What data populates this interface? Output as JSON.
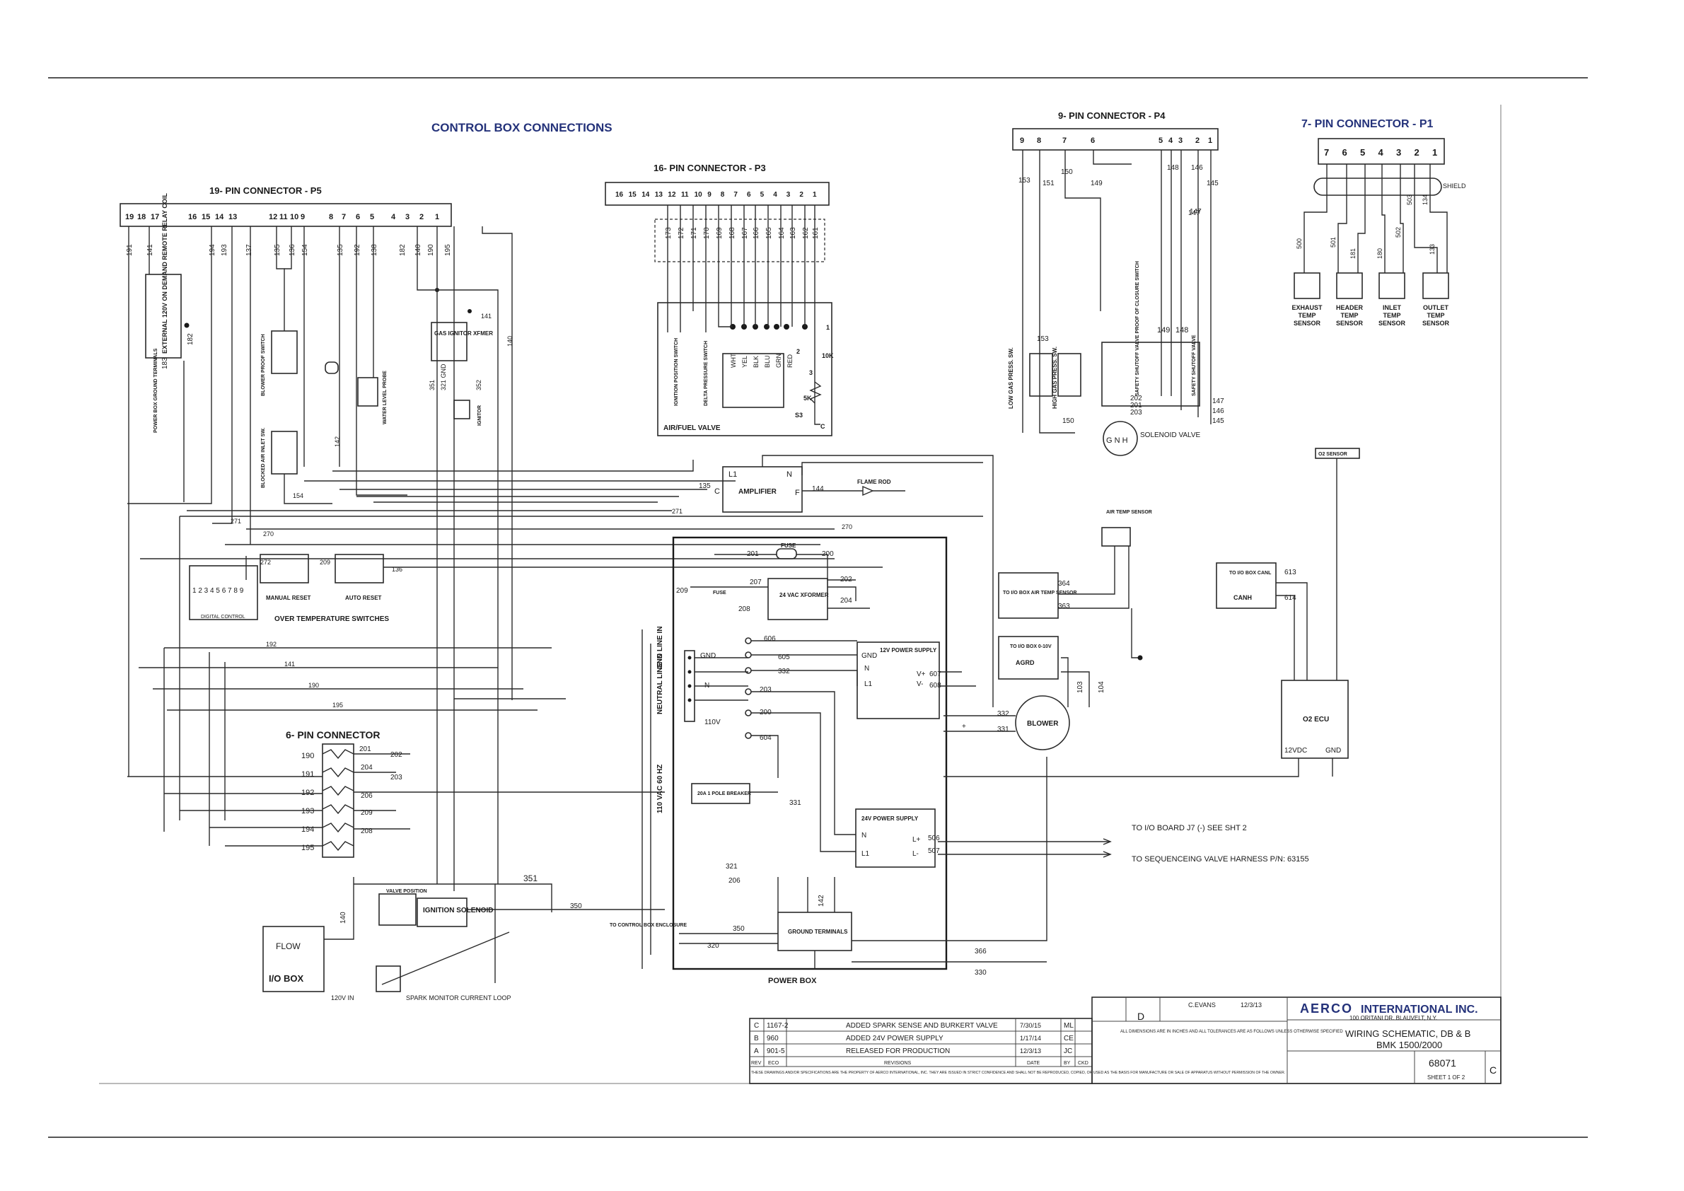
{
  "titles": {
    "control_box": "CONTROL BOX CONNECTIONS",
    "p5": "19- PIN CONNECTOR - P5",
    "p3": "16- PIN CONNECTOR - P3",
    "p4": "9- PIN CONNECTOR - P4",
    "p1": "7- PIN CONNECTOR - P1",
    "six_pin": "6- PIN CONNECTOR"
  },
  "p5_pins": [
    "19",
    "18",
    "17",
    "16",
    "15",
    "14",
    "13",
    "12",
    "11",
    "10",
    "9",
    "8",
    "7",
    "6",
    "5",
    "4",
    "3",
    "2",
    "1"
  ],
  "p3_pins": [
    "16",
    "15",
    "14",
    "13",
    "12",
    "11",
    "10",
    "9",
    "8",
    "7",
    "6",
    "5",
    "4",
    "3",
    "2",
    "1"
  ],
  "p4_pins": [
    "9",
    "8",
    "7",
    "6",
    "5",
    "4",
    "3",
    "2",
    "1"
  ],
  "p1_pins": [
    "7",
    "6",
    "5",
    "4",
    "3",
    "2",
    "1"
  ],
  "p5_wires": [
    "191",
    "141",
    "194",
    "193",
    "137",
    "135",
    "136",
    "154",
    "135",
    "192",
    "138",
    "182",
    "140",
    "190",
    "195"
  ],
  "p3_wires": [
    "173",
    "172",
    "171",
    "170",
    "169",
    "168",
    "167",
    "166",
    "165",
    "163",
    "162",
    "161",
    "164"
  ],
  "p4_wires": [
    "153",
    "151",
    "150",
    "149",
    "148",
    "146",
    "145",
    "147"
  ],
  "p1_wires": [
    "500",
    "501",
    "181",
    "180",
    "502",
    "133",
    "503",
    "134"
  ],
  "p1_shield": "SHIELD",
  "sensors": [
    "EXHAUST TEMP SENSOR",
    "HEADER TEMP SENSOR",
    "INLET TEMP SENSOR",
    "OUTLET TEMP SENSOR"
  ],
  "components": {
    "ext_relay": "EXTERNAL 120V ON DEMAND REMOTE RELAY COIL",
    "power_box_gnd": "POWER BOX GROUND TERMINALS",
    "blower_proof": "BLOWER PROOF SWITCH",
    "blocked_air": "BLOCKED AIR INLET SW.",
    "water_level": "WATER LEVEL PROBE",
    "gas_ignitor": "GAS IGNITOR XFMER",
    "ignitor": "IGNITOR",
    "ignition_pos": "IGNITION POSITION SWITCH",
    "delta_p": "DELTA PRESSURE SWITCH",
    "air_fuel": "AIR/FUEL VALVE",
    "wire_colors": [
      "WHT",
      "YEL",
      "BLK",
      "BLU",
      "GRN",
      "RED"
    ],
    "pot_10k": "10K",
    "pot_5k": "5K",
    "low_gas": "LOW GAS PRESS. SW.",
    "high_gas": "HIGH GAS PRESS. SW.",
    "safety1": "SAFETY SHUTOFF VALVE PROOF OF CLOSURE SWITCH",
    "safety2": "SAFETY SHUTOFF VALVE",
    "solenoid": "SOLENOID VALVE",
    "gnh": "G N H",
    "amplifier": "AMPLIFIER",
    "flame_rod": "FLAME ROD",
    "o2_sensor": "O2 SENSOR",
    "air_temp": "AIR TEMP SENSOR",
    "io_air_temp": "TO I/O BOX AIR TEMP SENSOR",
    "io_0_10": "TO I/O BOX 0-10V",
    "agrd": "AGRD",
    "io_canl": "TO I/O BOX CANL",
    "canh": "CANH",
    "o2_ecu": "O2 ECU",
    "ecu_12vdc": "12VDC",
    "ecu_gnd": "GND",
    "fuse": "FUSE",
    "xformer": "24 VAC XFORMER",
    "ps12": "12V POWER SUPPLY",
    "ps24": "24V POWER SUPPLY",
    "blower": "BLOWER",
    "breaker": "20A 1 POLE BREAKER",
    "gnd_line": "GND LINE IN",
    "neutral_line": "NEUTRAL LINE IN",
    "vac110": "110 VAC 60 HZ",
    "v110": "110V",
    "digital_control": "DIGITAL CONTROL",
    "dc_pins": "1 2 3 4 5 6 7 8 9",
    "manual_reset": "MANUAL RESET",
    "auto_reset": "AUTO RESET",
    "over_temp": "OVER TEMPERATURE SWITCHES",
    "ground_terminals": "GROUND TERMINALS",
    "to_control_box": "TO CONTROL BOX ENCLOSURE",
    "power_box": "POWER BOX",
    "valve_position": "VALVE POSITION",
    "ignition_solenoid": "IGNITION SOLENOID",
    "flow": "FLOW",
    "io_box": "I/O BOX",
    "spark_monitor": "SPARK MONITOR CURRENT LOOP",
    "v120_in": "120V IN",
    "to_io_board": "TO I/O BOARD J7 (-) SEE SHT 2",
    "to_seq": "TO SEQUENCEING VALVE HARNESS P/N: 63155"
  },
  "six_pin_wires": [
    "190",
    "191",
    "192",
    "193",
    "194",
    "195"
  ],
  "power_wires": [
    "201",
    "202",
    "204",
    "203",
    "206",
    "209",
    "208",
    "207",
    "200",
    "606",
    "605",
    "332",
    "203",
    "604",
    "331",
    "607",
    "608",
    "506",
    "507",
    "321",
    "206",
    "350",
    "320",
    "142",
    "366",
    "330",
    "351",
    "270",
    "271",
    "272",
    "209",
    "136",
    "135",
    "144",
    "192",
    "141",
    "190",
    "195",
    "140",
    "613",
    "614",
    "364",
    "363",
    "103",
    "104"
  ],
  "power_labels": {
    "gnd": "GND",
    "n": "N",
    "l1": "L1",
    "vplus": "V+",
    "vminus": "V-",
    "lplus": "L+",
    "lminus": "L-",
    "c": "C",
    "f": "F"
  },
  "title_block": {
    "company": "INTERNATIONAL INC.",
    "logo": "AERCO",
    "address": "100 ORITANI DR. BLAUVELT, N.Y.",
    "title_line1": "WIRING SCHEMATIC, DB & B",
    "title_line2": "BMK 1500/2000",
    "dwg_no": "68071",
    "sheet": "SHEET 1 OF 2",
    "rev": "C",
    "drawn": "C.EVANS",
    "date": "12/3/13",
    "size": "D"
  },
  "revisions": [
    {
      "rev": "C",
      "eco": "1167-2",
      "desc": "ADDED SPARK SENSE AND BURKERT VALVE",
      "date": "7/30/15",
      "by": "ML"
    },
    {
      "rev": "B",
      "eco": "960",
      "desc": "ADDED 24V POWER SUPPLY",
      "date": "1/17/14",
      "by": "CE"
    },
    {
      "rev": "A",
      "eco": "901-5",
      "desc": "RELEASED FOR PRODUCTION",
      "date": "12/3/13",
      "by": "JC"
    }
  ],
  "rev_headers": {
    "rev": "REV",
    "eco": "ECO",
    "desc": "REVISIONS",
    "date": "DATE",
    "by": "BY",
    "ckd": "CKD"
  },
  "notes": {
    "proprietary": "THESE DRAWINGS AND/OR SPECIFICATIONS ARE THE PROPERTY OF AERCO INTERNATIONAL, INC. THEY ARE ISSUED IN STRICT CONFIDENCE AND SHALL NOT BE REPRODUCED, COPIED, OR USED AS THE BASIS FOR MANUFACTURE OR SALE OF APPARATUS WITHOUT PERMISSION OF THE OWNER.",
    "tolerances": "ALL DIMENSIONS ARE IN INCHES AND ALL TOLERANCES ARE AS FOLLOWS UNLESS OTHERWISE SPECIFIED"
  }
}
